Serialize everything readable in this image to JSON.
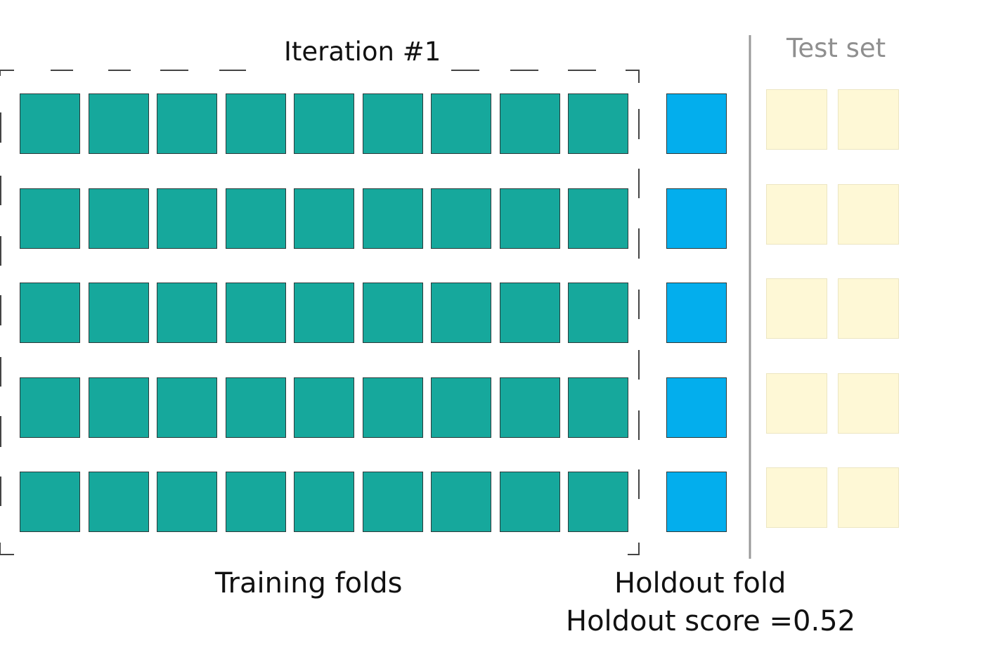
{
  "title": "Iteration #1",
  "test_set_label": "Test set",
  "training_label": "Training folds",
  "holdout_label": "Holdout fold",
  "holdout_score_text": "Holdout score =0.52",
  "holdout_score": 0.52,
  "grid": {
    "rows": 5,
    "training_folds_per_row": 9,
    "holdout_folds_per_row": 1,
    "test_blocks_per_row": 2
  },
  "colors": {
    "training_fold": "#16a89c",
    "holdout_fold": "#03aeed",
    "test_block": "#fef8d6",
    "test_label": "#8f8f8f",
    "divider": "#9a9a9a",
    "dashed_frame": "#444444"
  }
}
